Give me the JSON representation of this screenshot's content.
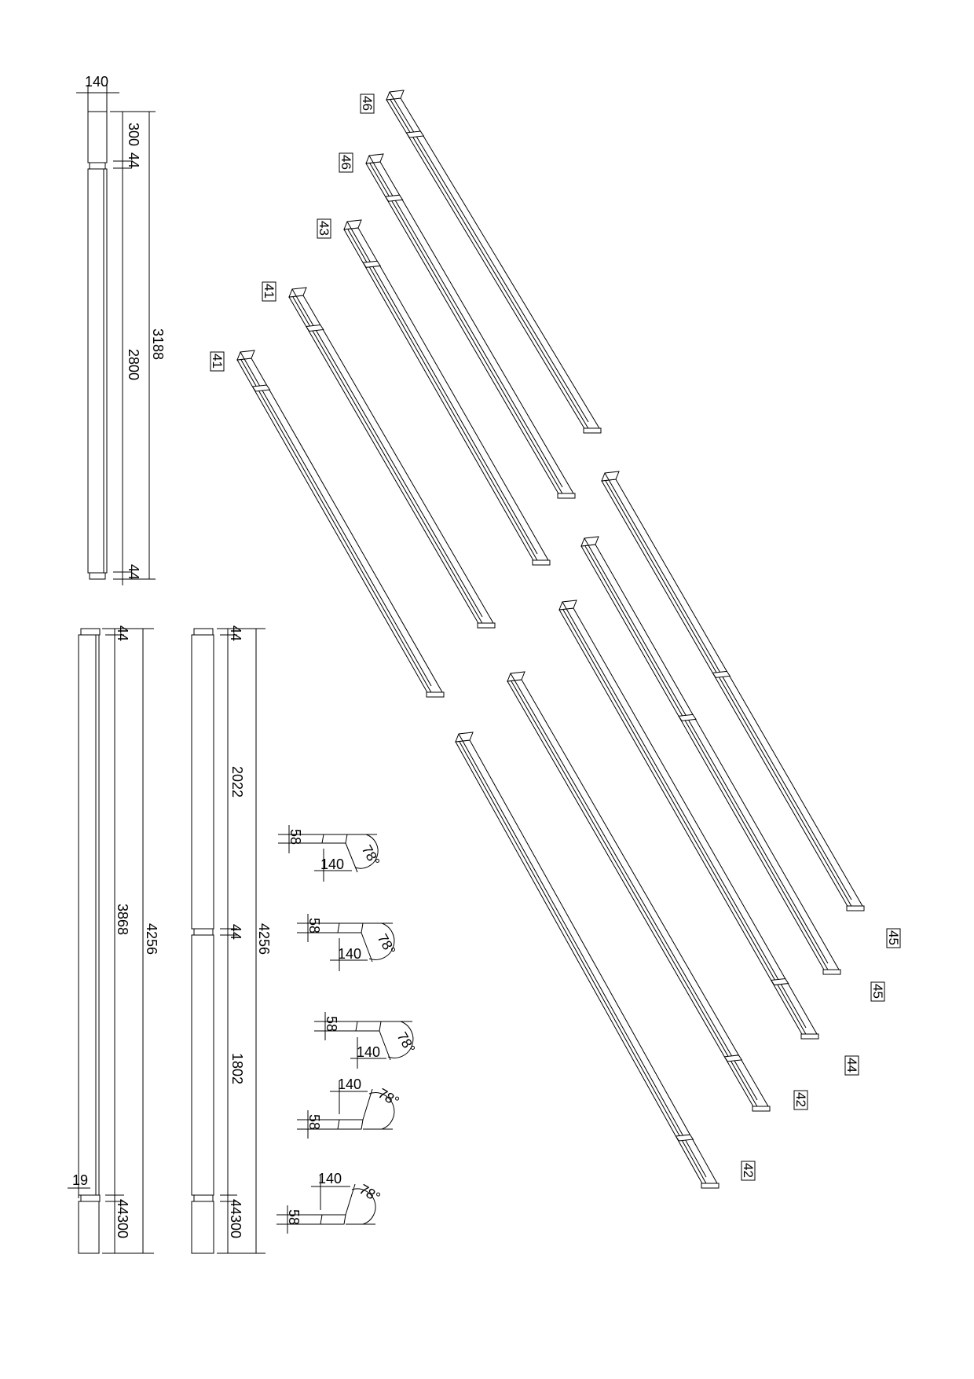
{
  "drawing": {
    "profile_a": {
      "width": "140",
      "segments": [
        "300",
        "44",
        "2800",
        "44"
      ],
      "total": "3188"
    },
    "profile_b": {
      "thickness": "19",
      "segments": [
        "44",
        "3868",
        "44",
        "300"
      ],
      "total": "4256"
    },
    "profile_c": {
      "segments": [
        "44",
        "2022",
        "44",
        "1802",
        "44",
        "300"
      ],
      "total": "4256"
    },
    "cut_details": [
      {
        "depth": "58",
        "width": "140",
        "angle": "78°"
      },
      {
        "depth": "58",
        "width": "140",
        "angle": "78°"
      },
      {
        "depth": "58",
        "width": "140",
        "angle": "78°"
      },
      {
        "depth": "58",
        "width": "140",
        "angle": "78°"
      },
      {
        "depth": "58",
        "width": "140",
        "angle": "78°"
      }
    ],
    "upper_parts": [
      "41",
      "41",
      "43",
      "46",
      "46"
    ],
    "lower_parts": [
      "42",
      "42",
      "44",
      "45",
      "45"
    ]
  }
}
